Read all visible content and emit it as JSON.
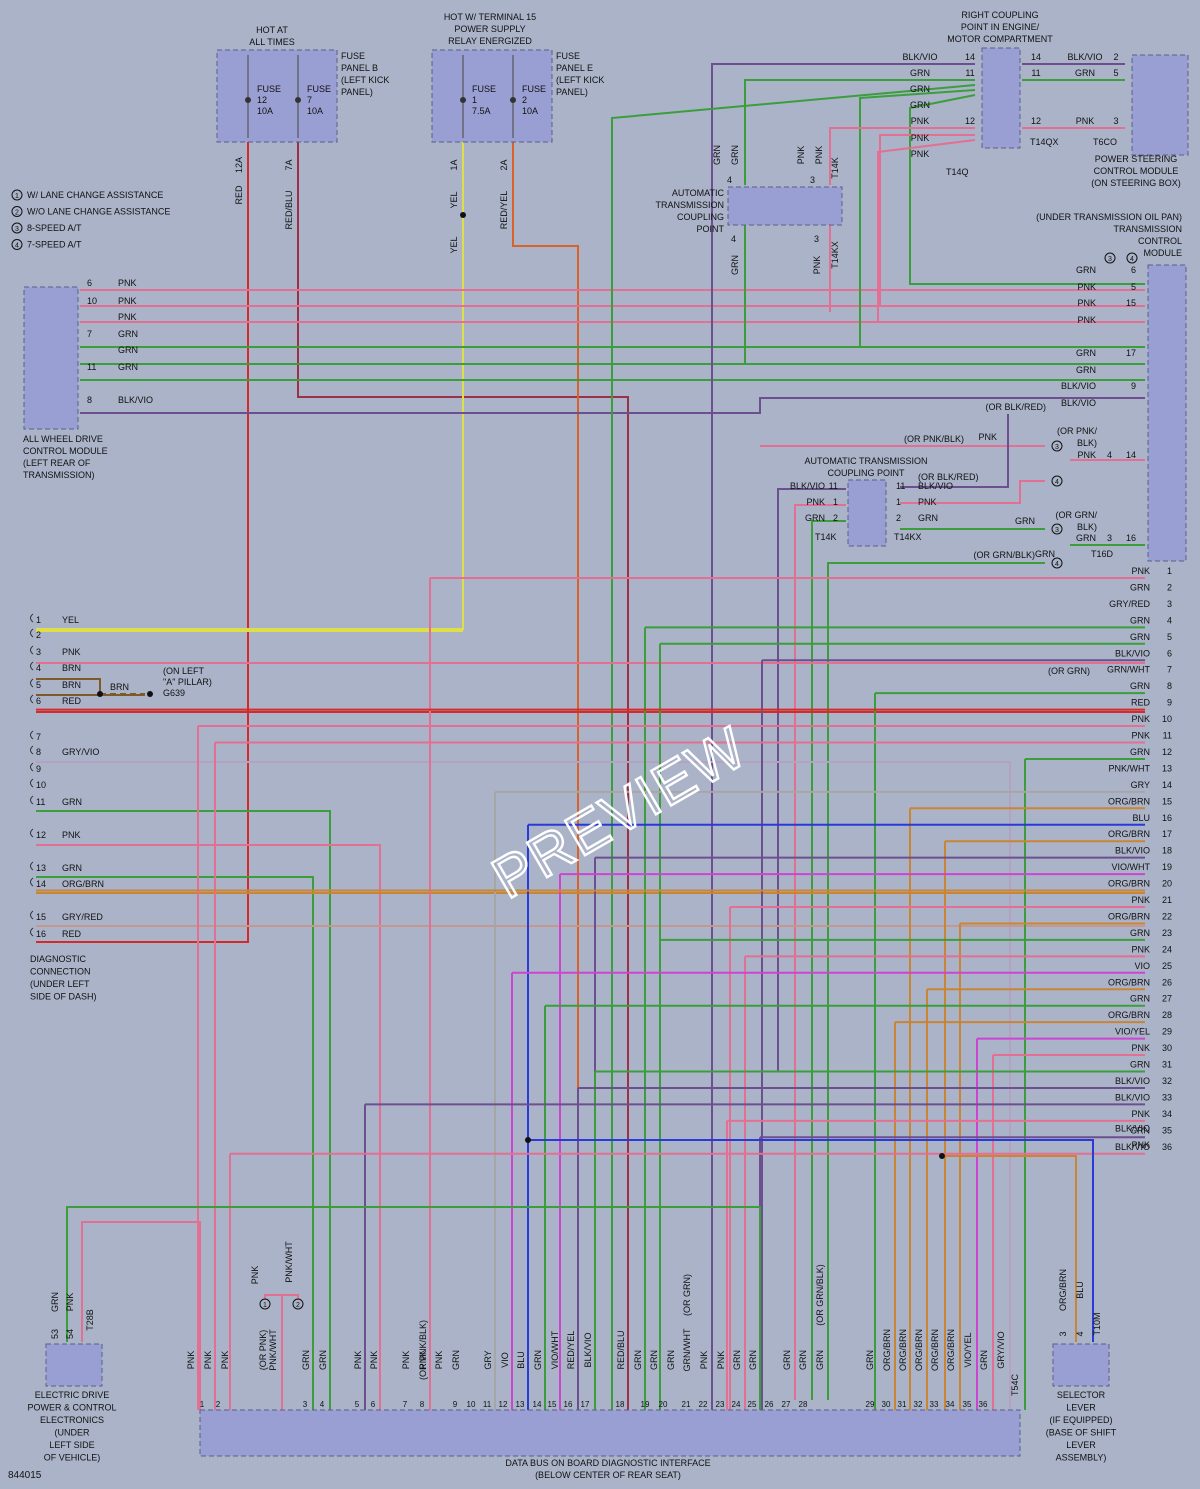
{
  "figure_id": "844015",
  "watermark": "PREVIEW",
  "colors": {
    "background": "#aab3c8",
    "component_fill": "#9a9fd3",
    "RED": "#d42a2a",
    "YEL": "#dede48",
    "PNK": "#e36f92",
    "GRN": "#3b9e3b",
    "BLKVIO": "#6c4f8e",
    "BLU": "#2a3ad6",
    "ORGBRN": "#c98533",
    "VIO": "#cc45d1",
    "GRY": "#a6a6a6",
    "BRN": "#7d5a28",
    "REDYEL": "#d8622c",
    "REDBLU": "#9b3046",
    "GRYRED": "#c4978f",
    "GRYVIO": "#b4a2c4"
  },
  "legend": [
    {
      "num": "1",
      "text": "W/ LANE CHANGE ASSISTANCE"
    },
    {
      "num": "2",
      "text": "W/O LANE CHANGE ASSISTANCE"
    },
    {
      "num": "3",
      "text": "8-SPEED A/T"
    },
    {
      "num": "4",
      "text": "7-SPEED A/T"
    }
  ],
  "power": {
    "hot_at_all_times": [
      "HOT AT",
      "ALL TIMES"
    ],
    "hot_terminal15": [
      "HOT W/ TERMINAL 15",
      "POWER SUPPLY",
      "RELAY ENERGIZED"
    ],
    "fuse_panel_b": [
      "FUSE",
      "PANEL B",
      "(LEFT KICK",
      "PANEL)"
    ],
    "fuse_panel_e": [
      "FUSE",
      "PANEL E",
      "(LEFT KICK",
      "PANEL)"
    ],
    "fuses": [
      {
        "lines": [
          "FUSE",
          "12",
          "10A"
        ]
      },
      {
        "lines": [
          "FUSE",
          "7",
          "10A"
        ]
      },
      {
        "lines": [
          "FUSE",
          "1",
          "7.5A"
        ]
      },
      {
        "lines": [
          "FUSE",
          "2",
          "10A"
        ]
      }
    ],
    "terminals": [
      "12A",
      "7A",
      "1A",
      "2A"
    ],
    "wire_labels": [
      "RED",
      "RED/BLU",
      "YEL",
      "YEL",
      "RED/YEL"
    ]
  },
  "modules": {
    "awd": [
      "ALL WHEEL DRIVE",
      "CONTROL MODULE",
      "(LEFT REAR OF",
      "TRANSMISSION)"
    ],
    "diag": [
      "DIAGNOSTIC",
      "CONNECTION",
      "(UNDER LEFT",
      "SIDE OF DASH)"
    ],
    "rcp": [
      "RIGHT COUPLING",
      "POINT IN ENGINE/",
      "MOTOR COMPARTMENT"
    ],
    "psm": [
      "POWER STEERING",
      "CONTROL MODULE",
      "(ON STEERING BOX)"
    ],
    "tcm": [
      "(UNDER TRANSMISSION OIL PAN)",
      "TRANSMISSION",
      "CONTROL",
      "MODULE"
    ],
    "atcp_top": [
      "AUTOMATIC",
      "TRANSMISSION",
      "COUPLING",
      "POINT"
    ],
    "atcp_mid": [
      "AUTOMATIC TRANSMISSION",
      "COUPLING POINT"
    ],
    "edp": [
      "ELECTRIC DRIVE",
      "POWER & CONTROL",
      "ELECTRONICS",
      "(UNDER",
      "LEFT SIDE",
      "OF VEHICLE)"
    ],
    "sel": [
      "SELECTOR",
      "LEVER",
      "(IF EQUIPPED)",
      "(BASE OF SHIFT",
      "LEVER",
      "ASSEMBLY)"
    ],
    "dbi": [
      "DATA BUS ON BOARD DIAGNOSTIC INTERFACE",
      "(BELOW CENTER OF REAR SEAT)"
    ],
    "ground": [
      "(ON LEFT",
      "\"A\" PILLAR)",
      "G639"
    ]
  },
  "awd_pins": [
    {
      "pin": "6",
      "label": "PNK"
    },
    {
      "pin": "10",
      "label": "PNK"
    },
    {
      "pin": "",
      "label": "PNK"
    },
    {
      "pin": "7",
      "label": "GRN"
    },
    {
      "pin": "",
      "label": "GRN"
    },
    {
      "pin": "11",
      "label": "GRN"
    },
    {
      "pin": "8",
      "label": "BLK/VIO"
    }
  ],
  "diag_pins": [
    {
      "pin": "1",
      "label": "YEL"
    },
    {
      "pin": "2",
      "label": ""
    },
    {
      "pin": "3",
      "label": "PNK"
    },
    {
      "pin": "4",
      "label": "BRN"
    },
    {
      "pin": "5",
      "label": "BRN"
    },
    {
      "pin": "6",
      "label": "RED"
    },
    {
      "pin": "7",
      "label": ""
    },
    {
      "pin": "8",
      "label": "GRY/VIO"
    },
    {
      "pin": "9",
      "label": ""
    },
    {
      "pin": "10",
      "label": ""
    },
    {
      "pin": "11",
      "label": "GRN"
    },
    {
      "pin": "12",
      "label": "PNK"
    },
    {
      "pin": "13",
      "label": "GRN"
    },
    {
      "pin": "14",
      "label": "ORG/BRN"
    },
    {
      "pin": "15",
      "label": "GRY/RED"
    },
    {
      "pin": "16",
      "label": "RED"
    }
  ],
  "rcp_rows": [
    {
      "label": "BLK/VIO",
      "pin": "14",
      "rpin": "14",
      "rlabel": "BLK/VIO",
      "rpin2": "2"
    },
    {
      "label": "GRN",
      "pin": "11",
      "rpin": "11",
      "rlabel": "GRN",
      "rpin2": "5"
    },
    {
      "label": "GRN",
      "pin": "",
      "rpin": "",
      "rlabel": "",
      "rpin2": ""
    },
    {
      "label": "GRN",
      "pin": "",
      "rpin": "",
      "rlabel": "",
      "rpin2": ""
    },
    {
      "label": "PNK",
      "pin": "12",
      "rpin": "12",
      "rlabel": "PNK",
      "rpin2": "3"
    },
    {
      "label": "PNK",
      "pin": "",
      "rpin": "",
      "rlabel": "",
      "rpin2": ""
    },
    {
      "label": "PNK",
      "pin": "",
      "rpin": "",
      "rlabel": "",
      "rpin2": ""
    }
  ],
  "conn_ids": {
    "t14qx": "T14QX",
    "t6co": "T6CO",
    "t14q": "T14Q",
    "t14k": "T14K",
    "t14kx": "T14KX",
    "t16d": "T16D",
    "t28b": "T28B",
    "t54c": "T54C",
    "t10m": "T10M"
  },
  "atcp_top_wires": [
    {
      "label": "GRN",
      "pin": "",
      "side": "top"
    },
    {
      "label": "GRN",
      "pin": "4",
      "side": "top"
    },
    {
      "label": "PNK",
      "pin": "",
      "side": "top"
    },
    {
      "label": "PNK",
      "pin": "3",
      "side": "top"
    },
    {
      "label": "GRN",
      "pin": "4",
      "side": "bottom"
    },
    {
      "label": "PNK",
      "pin": "3",
      "side": "bottom"
    }
  ],
  "tcm_rows": [
    {
      "label": "GRN",
      "pin": "6",
      "opt": "3"
    },
    {
      "label": "PNK",
      "pin": "5",
      "opt": ""
    },
    {
      "label": "PNK",
      "pin": "15",
      "opt": ""
    },
    {
      "label": "PNK",
      "pin": "",
      "opt": ""
    },
    {
      "label": "GRN",
      "pin": "17",
      "opt": ""
    },
    {
      "label": "GRN",
      "pin": "",
      "opt": ""
    },
    {
      "label": "BLK/VIO",
      "pin": "9",
      "opt": ""
    },
    {
      "label": "BLK/VIO",
      "pin": "",
      "opt": ""
    }
  ],
  "tcm_notes": {
    "or_blk_red": "(OR BLK/RED)",
    "or_pnk_blk": "(OR PNK/BLK)",
    "or_pnk_blk2": "(OR PNK/",
    "blk": "BLK)",
    "or_grn_blk": "(OR GRN/",
    "or_grn_blk_label": "(OR GRN/BLK)",
    "pnk": "PNK",
    "grn": "GRN",
    "p4": "4",
    "p14": "14",
    "p3": "3",
    "p16": "16"
  },
  "atcp_mid_rows": [
    {
      "llabel": "BLK/VIO",
      "lpin": "11",
      "rpin": "11",
      "rlabel": "BLK/VIO"
    },
    {
      "llabel": "PNK",
      "lpin": "1",
      "rpin": "1",
      "rlabel": "PNK"
    },
    {
      "llabel": "GRN",
      "lpin": "2",
      "rpin": "2",
      "rlabel": "GRN"
    }
  ],
  "atcp_mid_note": "(OR BLK/RED)",
  "bus_wires": [
    {
      "n": "1",
      "label": "PNK"
    },
    {
      "n": "2",
      "label": "GRN"
    },
    {
      "n": "3",
      "label": "GRY/RED"
    },
    {
      "n": "4",
      "label": "GRN"
    },
    {
      "n": "5",
      "label": "GRN"
    },
    {
      "n": "6",
      "label": "BLK/VIO"
    },
    {
      "n": "7",
      "label": "GRN/WHT"
    },
    {
      "n": "8",
      "label": "GRN"
    },
    {
      "n": "9",
      "label": "RED"
    },
    {
      "n": "10",
      "label": "PNK"
    },
    {
      "n": "11",
      "label": "PNK"
    },
    {
      "n": "12",
      "label": "GRN"
    },
    {
      "n": "13",
      "label": "PNK/WHT"
    },
    {
      "n": "14",
      "label": "GRY"
    },
    {
      "n": "15",
      "label": "ORG/BRN"
    },
    {
      "n": "16",
      "label": "BLU"
    },
    {
      "n": "17",
      "label": "ORG/BRN"
    },
    {
      "n": "18",
      "label": "BLK/VIO"
    },
    {
      "n": "19",
      "label": "VIO/WHT"
    },
    {
      "n": "20",
      "label": "ORG/BRN"
    },
    {
      "n": "21",
      "label": "PNK"
    },
    {
      "n": "22",
      "label": "ORG/BRN"
    },
    {
      "n": "23",
      "label": "GRN"
    },
    {
      "n": "24",
      "label": "PNK"
    },
    {
      "n": "25",
      "label": "VIO"
    },
    {
      "n": "26",
      "label": "ORG/BRN"
    },
    {
      "n": "27",
      "label": "GRN"
    },
    {
      "n": "28",
      "label": "ORG/BRN"
    },
    {
      "n": "29",
      "label": "VIO/YEL"
    },
    {
      "n": "30",
      "label": "PNK"
    },
    {
      "n": "31",
      "label": "GRN"
    },
    {
      "n": "32",
      "label": "BLK/VIO"
    },
    {
      "n": "33",
      "label": "BLK/VIO"
    },
    {
      "n": "34",
      "label": "PNK"
    },
    {
      "n": "35",
      "label": "GRN"
    },
    {
      "n": "36",
      "label": "BLK/VIO"
    },
    {
      "n": "",
      "label": "PNK"
    }
  ],
  "right_pin_numbers": [
    "1",
    "2",
    "3",
    "4",
    "5",
    "6",
    "7",
    "8",
    "9",
    "10",
    "11",
    "12",
    "13",
    "14",
    "15",
    "16",
    "17",
    "18",
    "19",
    "20",
    "21",
    "22",
    "23",
    "24",
    "25",
    "26",
    "27",
    "28",
    "29",
    "30",
    "31",
    "32",
    "33",
    "34",
    "35",
    "36"
  ],
  "or_grn_note": "(OR GRN)",
  "dbi_left_labels": [
    "PNK",
    "PNK",
    "PNK",
    "(OR PNK)",
    "PNK/WHT",
    "GRN",
    "GRN",
    "PNK",
    "PNK",
    "PNK",
    "PNK",
    "(OR PNK/BLK)",
    "PNK",
    "GRN",
    "GRY",
    "VIO",
    "BLU",
    "GRN",
    "VIO/WHT",
    "RED/YEL",
    "BLK/VIO"
  ],
  "dbi_right_labels": [
    "RED/BLU",
    "GRN",
    "GRN",
    "GRN",
    "GRN/WHT",
    "(OR GRN)",
    "PNK",
    "PNK",
    "GRN",
    "GRN",
    "GRN",
    "GRN",
    "GRN",
    "(OR GRN/BLK)",
    "GRN",
    "ORG/BRN",
    "ORG/BRN",
    "ORG/BRN",
    "ORG/BRN",
    "ORG/BRN",
    "VIO/YEL",
    "GRN",
    "GRY/VIO"
  ],
  "dbi_pins": [
    "1",
    "2",
    "3",
    "4",
    "5",
    "6",
    "7",
    "8",
    "9",
    "10",
    "11",
    "12",
    "13",
    "14",
    "15",
    "16",
    "17",
    "18",
    "19",
    "20",
    "21",
    "22",
    "23",
    "24",
    "25",
    "26",
    "27",
    "28",
    "29",
    "30",
    "31",
    "32",
    "33",
    "34",
    "35",
    "36"
  ],
  "edp_pins": [
    {
      "pin": "53",
      "label": "GRN"
    },
    {
      "pin": "54",
      "label": "PNK"
    }
  ],
  "sel_pins": [
    {
      "pin": "3",
      "label": "ORG/BRN"
    },
    {
      "pin": "4",
      "label": "BLU"
    }
  ],
  "lca_labels": [
    "PNK",
    "PNK/WHT"
  ]
}
